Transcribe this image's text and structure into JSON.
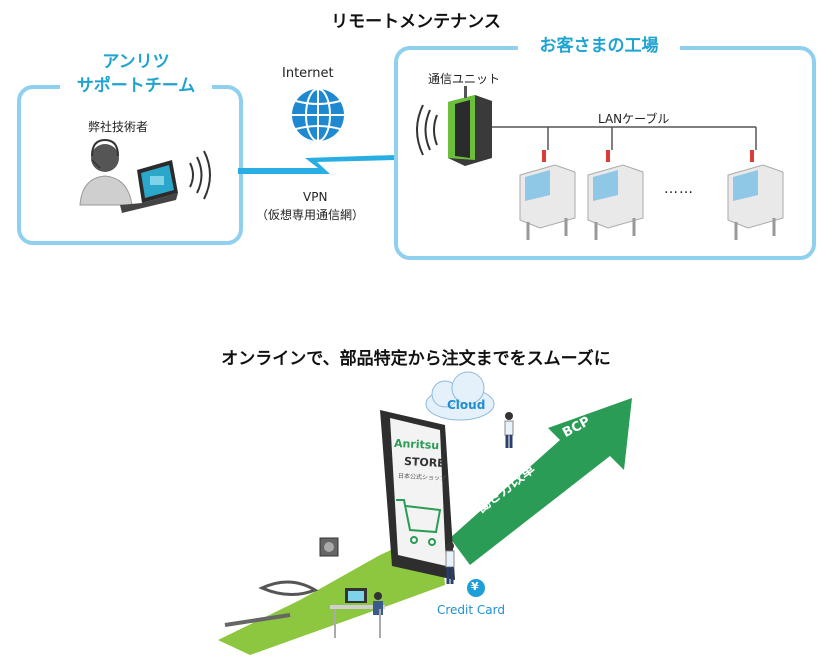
{
  "remote": {
    "heading": "リモートメンテナンス",
    "support_team": {
      "title_line1": "アンリツ",
      "title_line2": "サポートチーム",
      "engineer_label": "弊社技術者"
    },
    "network": {
      "internet_label": "Internet",
      "vpn_label": "VPN",
      "vpn_note": "（仮想専用通信網）"
    },
    "factory": {
      "title": "お客さまの工場",
      "unit_label": "通信ユニット",
      "lan_label": "LANケーブル",
      "ellipsis": "……"
    }
  },
  "online": {
    "heading": "オンラインで、部品特定から注文までをスムーズに",
    "cloud_label": "Cloud",
    "bcp_label": "BCP",
    "workstyle_label": "働き方改革",
    "brand": "Anritsu",
    "store_label": "STORE",
    "store_sub": "日本公式ショップ",
    "credit_label": "Credit Card",
    "yen_symbol": "¥"
  },
  "colors": {
    "panel_border": "#8fd0ee",
    "accent": "#1fa3d1",
    "arrow_green": "#2a9c55",
    "arrow_light": "#8dc63f"
  }
}
